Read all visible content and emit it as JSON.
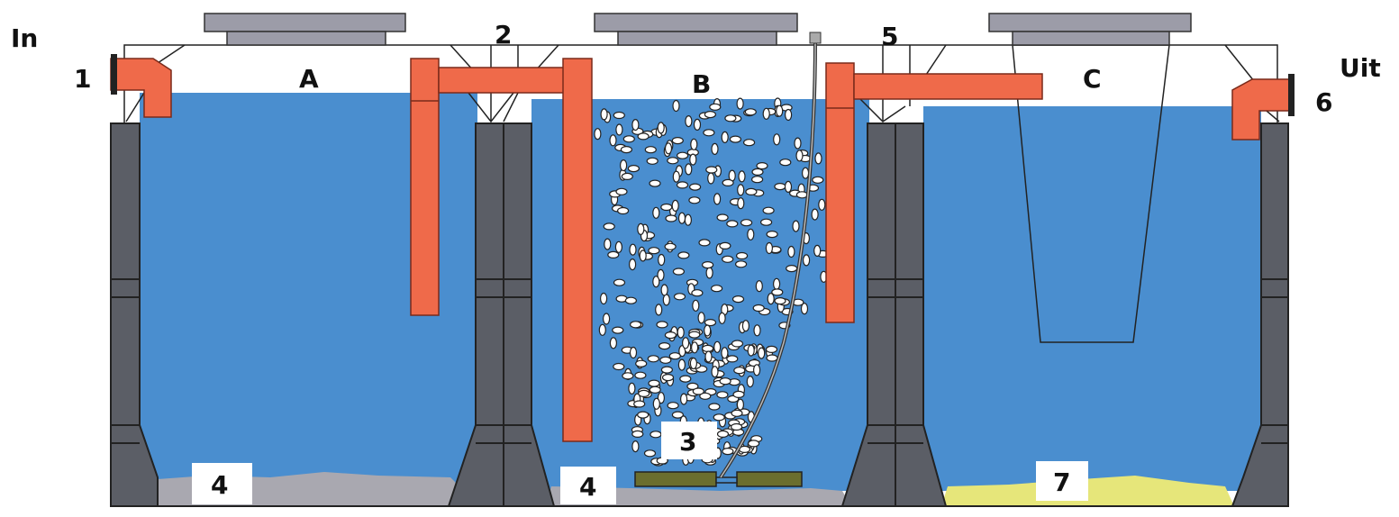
{
  "labels": {
    "inlet": "In",
    "outlet": "Uit",
    "chamber_a": "A",
    "chamber_b": "B",
    "chamber_c": "C",
    "n1": "1",
    "n2": "2",
    "n3": "3",
    "n4_a": "4",
    "n4_b": "4",
    "n5": "5",
    "n6": "6",
    "n7": "7"
  },
  "colors": {
    "water": "#4a8ecf",
    "pipe": "#ef6a4a",
    "wall": "#5b5e66",
    "sludge": "#a9a8b0",
    "sludge_c": "#e6e67a",
    "aerator": "#6b6e2e"
  }
}
